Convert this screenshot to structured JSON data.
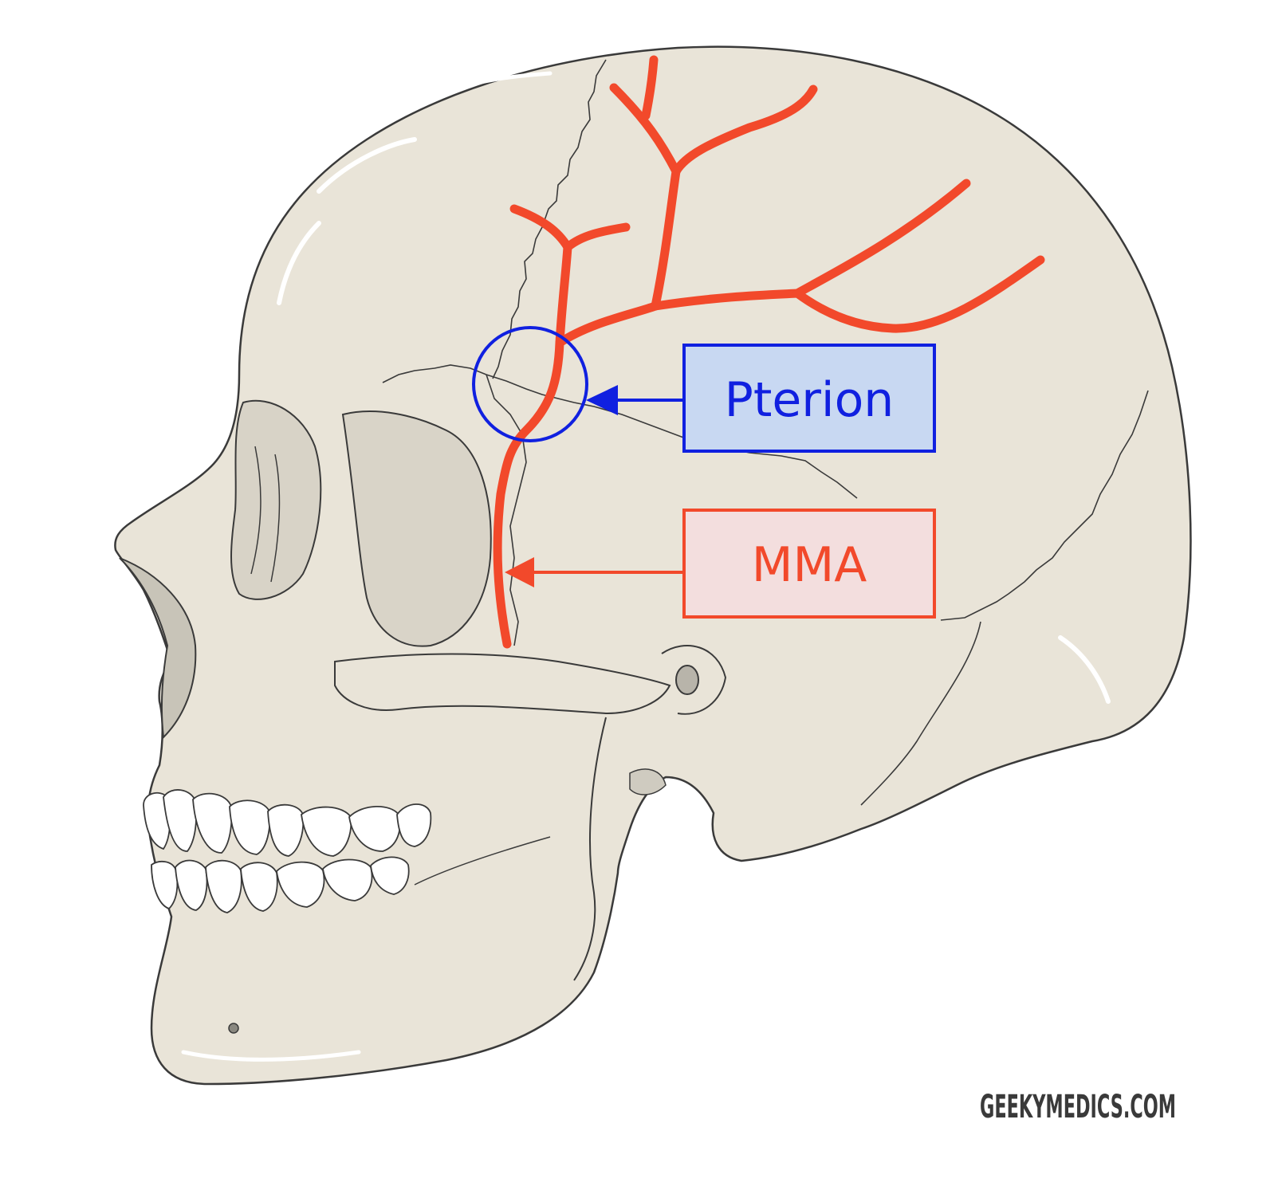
{
  "labels": {
    "pterion": "Pterion",
    "mma": "MMA"
  },
  "watermark": "GEEKYMEDICS.COM",
  "colors": {
    "background": "#ffffff",
    "bone": "#e9e4d8",
    "bone_shadow": "#cfcbc0",
    "outline": "#3a3a3a",
    "artery": "#f2492b",
    "pterion_blue": "#1020e0",
    "pterion_box_fill": "#c8d8f2",
    "mma_box_fill": "#f3dede",
    "teeth": "#ffffff"
  }
}
